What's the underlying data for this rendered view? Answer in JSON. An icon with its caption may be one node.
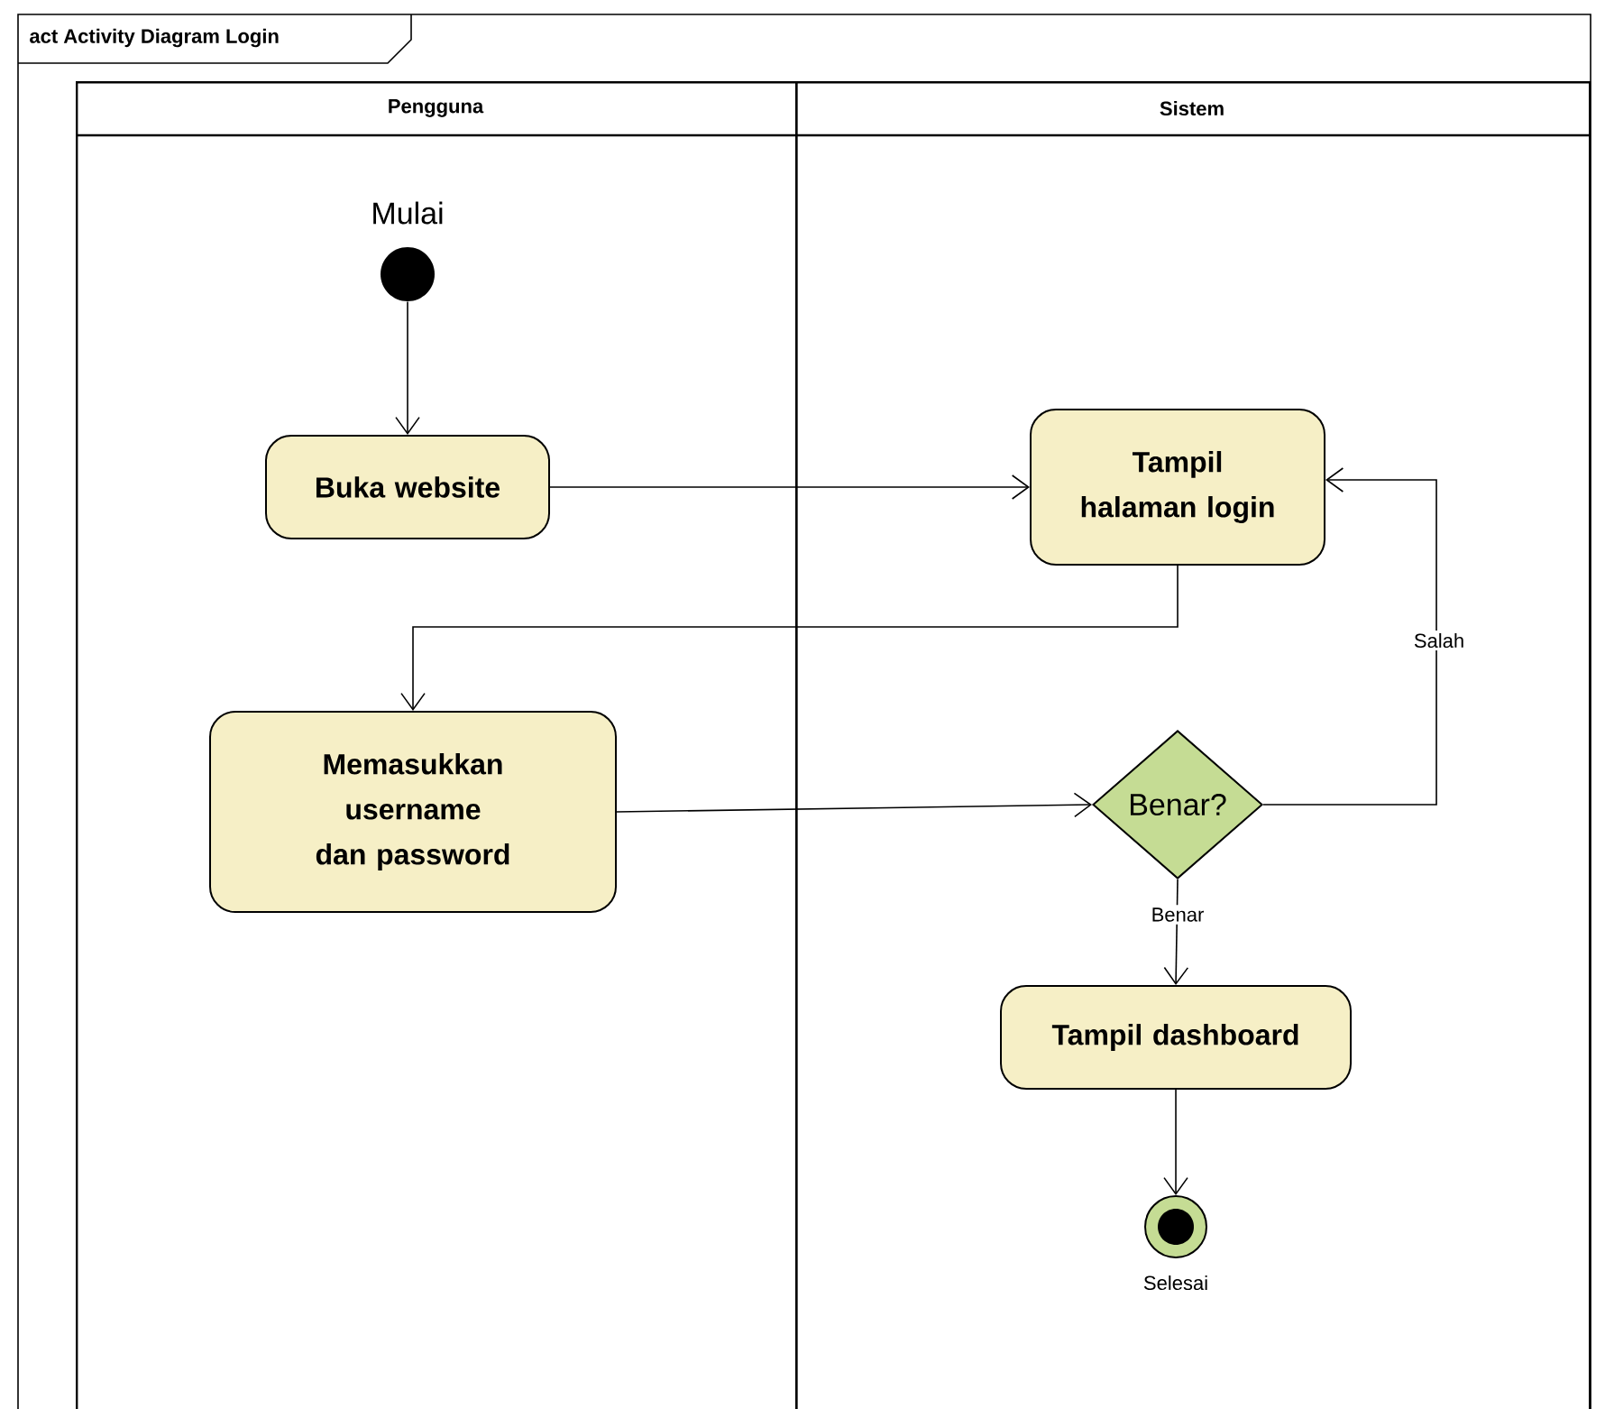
{
  "diagram": {
    "title": "act Activity Diagram Login",
    "nodes": [
      {
        "text": [
          "Pengguna"
        ]
      },
      {
        "text": [
          "Sistem"
        ]
      },
      {
        "text": [],
        "shape": "circle",
        "beside": [
          "Mulai"
        ],
        "in": 0
      },
      {
        "text": [
          "Buka website"
        ],
        "in": 0
      },
      {
        "text": [
          "Tampil halaman login"
        ],
        "in": 1
      },
      {
        "text": [
          "Memasukkan username dan password"
        ],
        "in": 0
      },
      {
        "text": [
          "Benar?"
        ],
        "in": 1
      },
      {
        "text": [
          "Tampil dashboard"
        ],
        "in": 1
      },
      {
        "text": [],
        "shape": "circle",
        "beside": [
          "Selesai"
        ],
        "in": 1
      }
    ],
    "edges": [
      {
        "from": 2,
        "to": 3,
        "arrow": "to"
      },
      {
        "from": 3,
        "to": 4,
        "arrow": "to"
      },
      {
        "from": 4,
        "to": 5,
        "arrow": "to"
      },
      {
        "from": 5,
        "to": 6,
        "arrow": "to"
      },
      {
        "from": 6,
        "to": 4,
        "arrow": "to",
        "label": "Salah"
      },
      {
        "from": 6,
        "to": 7,
        "arrow": "to",
        "label": "Benar"
      },
      {
        "from": 7,
        "to": 8,
        "arrow": "to"
      }
    ]
  }
}
